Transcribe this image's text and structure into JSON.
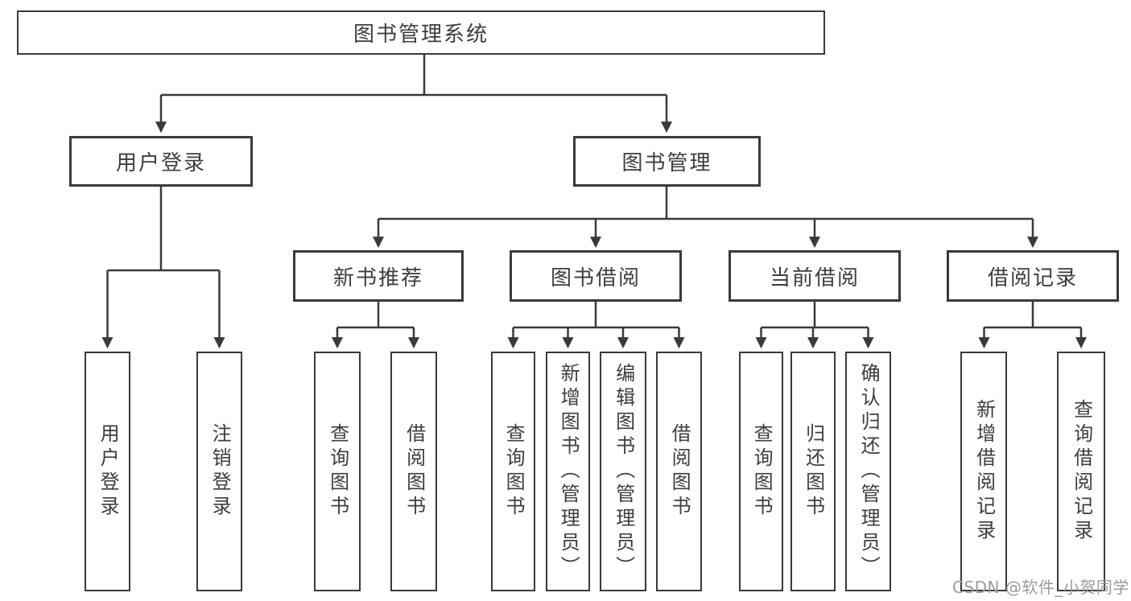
{
  "tree": {
    "root": {
      "label": "图书管理系统"
    },
    "branches": [
      {
        "label": "用户登录",
        "children": [
          {
            "label": "用户登录"
          },
          {
            "label": "注销登录"
          }
        ]
      },
      {
        "label": "图书管理",
        "children": [
          {
            "label": "新书推荐",
            "children": [
              {
                "label": "查询图书"
              },
              {
                "label": "借阅图书"
              }
            ]
          },
          {
            "label": "图书借阅",
            "children": [
              {
                "label": "查询图书"
              },
              {
                "label": "新增图书（管理员）"
              },
              {
                "label": "编辑图书（管理员）"
              },
              {
                "label": "借阅图书"
              }
            ]
          },
          {
            "label": "当前借阅",
            "children": [
              {
                "label": "查询图书"
              },
              {
                "label": "归还图书"
              },
              {
                "label": "确认归还（管理员）"
              }
            ]
          },
          {
            "label": "借阅记录",
            "children": [
              {
                "label": "新增借阅记录"
              },
              {
                "label": "查询借阅记录"
              }
            ]
          }
        ]
      }
    ]
  },
  "watermark": "CSDN @软件_小贺同学",
  "colors": {
    "line": "#3a3a3a",
    "box_border": "#3a3a3a",
    "text": "#3d3d3d",
    "watermark": "#9b9b9b",
    "background": "#ffffff"
  }
}
